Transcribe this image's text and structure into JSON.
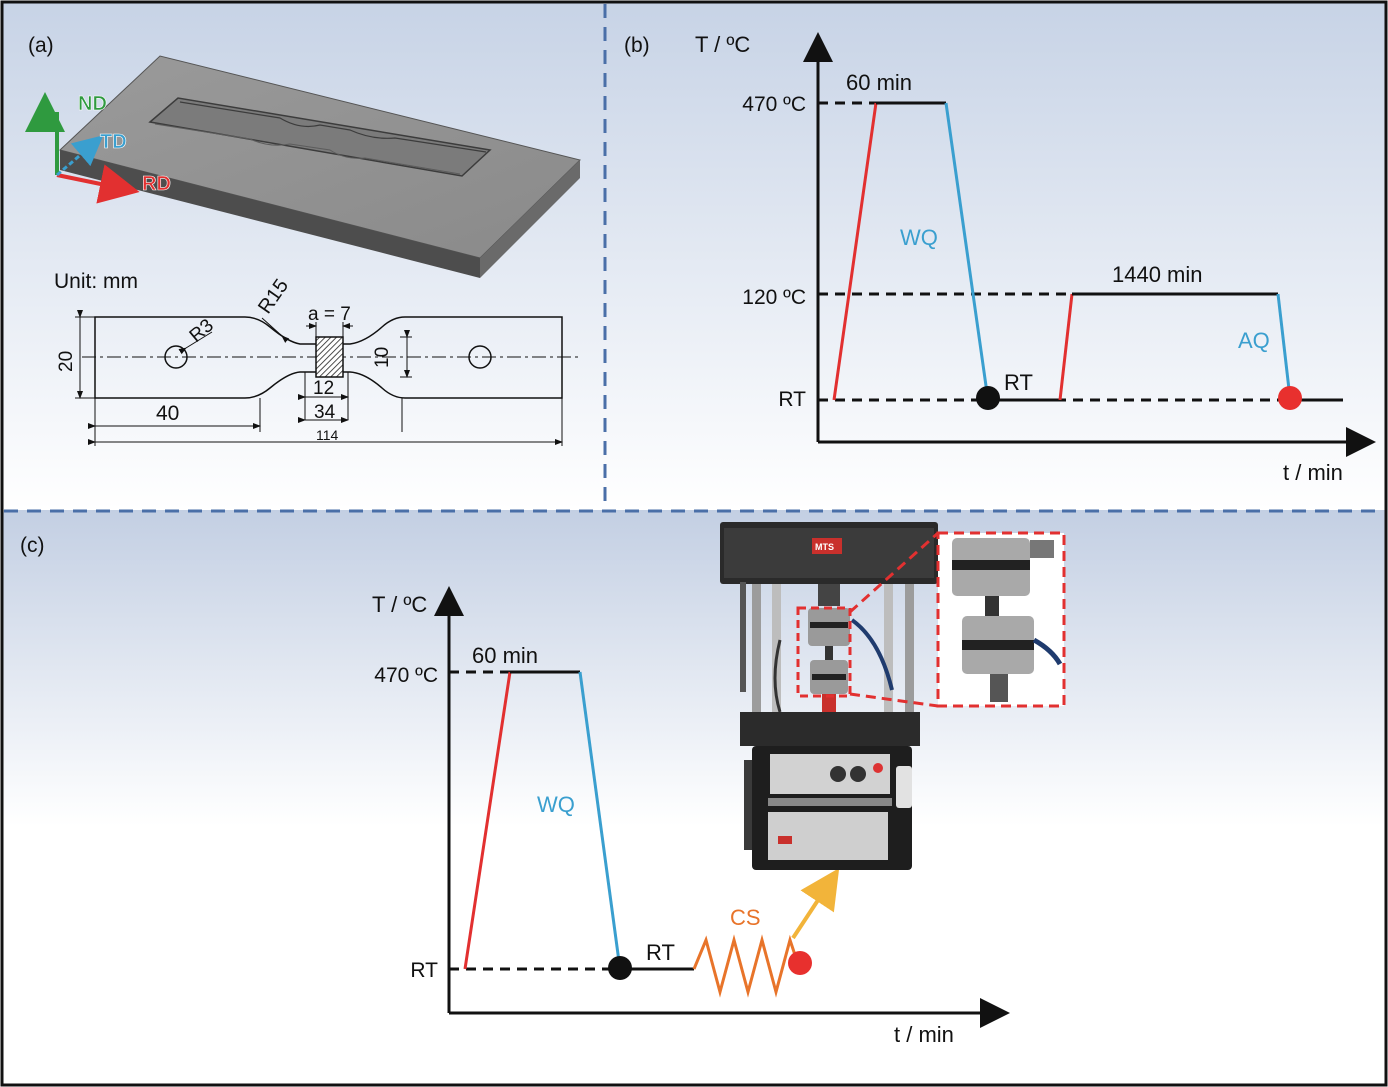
{
  "panels": {
    "a": {
      "label": "(a)",
      "axes": {
        "nd": "ND",
        "td": "TD",
        "rd": "RD"
      },
      "unit_label": "Unit: mm",
      "dims": {
        "r15": "R15",
        "r3": "R3",
        "a": "a = 7",
        "d10": "10",
        "d12": "12",
        "d34": "34",
        "d20": "20",
        "d40": "40",
        "d114": "114"
      }
    },
    "b": {
      "label": "(b)",
      "y_axis_label": "T / ºC",
      "x_axis_label": "t / min",
      "y_ticks": [
        "470 ºC",
        "120 ºC",
        "RT"
      ],
      "hold1": "60 min",
      "hold2": "1440 min",
      "wq": "WQ",
      "aq": "AQ",
      "rt": "RT"
    },
    "c": {
      "label": "(c)",
      "y_axis_label": "T / ºC",
      "x_axis_label": "t / min",
      "y_ticks": [
        "470 ºC",
        "RT"
      ],
      "hold1": "60 min",
      "wq": "WQ",
      "rt": "RT",
      "cs": "CS",
      "machine_brand": "MTS"
    }
  },
  "colors": {
    "heating": "#e23030",
    "quench": "#3a9fcf",
    "cs": "#e8742a",
    "arrow": "#f2b43a",
    "nd": "#2f9a3f",
    "td": "#3a9fcf",
    "rd": "#e23030",
    "divider": "#4a6fa8"
  }
}
